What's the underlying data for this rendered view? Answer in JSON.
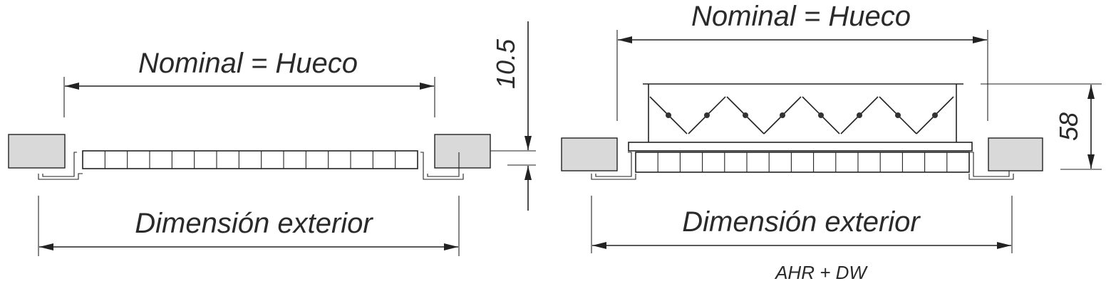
{
  "labels": {
    "nominal_left": "Nominal = Hueco",
    "nominal_right": "Nominal = Hueco",
    "exterior_left": "Dimensión exterior",
    "exterior_right": "Dimensión exterior",
    "height_left": "10.5",
    "height_right": "58",
    "caption_right": "AHR + DW"
  }
}
